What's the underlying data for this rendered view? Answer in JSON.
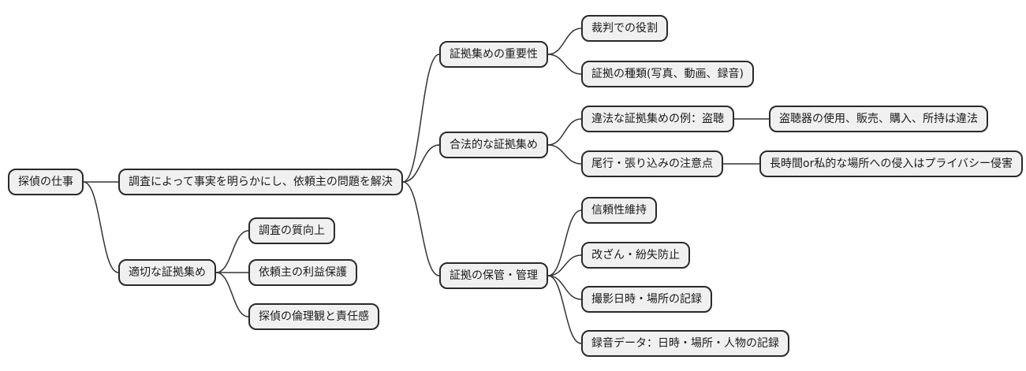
{
  "diagram": {
    "type": "mindmap",
    "background_color": "#ffffff",
    "node_fill_color": "#f0f0f0",
    "node_border_color": "#2a2a2a",
    "line_color": "#333333",
    "nodes": {
      "root": {
        "label": "探偵の仕事"
      },
      "mission": {
        "label": "調査によって事実を明らかにし、依頼主の問題を解決"
      },
      "proper": {
        "label": "適切な証拠集め"
      },
      "quality": {
        "label": "調査の質向上"
      },
      "interest": {
        "label": "依頼主の利益保護"
      },
      "ethics": {
        "label": "探偵の倫理観と責任感"
      },
      "importance": {
        "label": "証拠集めの重要性"
      },
      "court": {
        "label": "裁判での役割"
      },
      "types": {
        "label": "証拠の種類(写真、動画、録音)"
      },
      "legal": {
        "label": "合法的な証拠集め"
      },
      "illegal": {
        "label": "違法な証拠集めの例：盗聴"
      },
      "wiretap": {
        "label": "盗聴器の使用、販売、購入、所持は違法"
      },
      "tailing": {
        "label": "尾行・張り込みの注意点"
      },
      "privacy": {
        "label": "長時間or私的な場所への侵入はプライバシー侵害"
      },
      "storage": {
        "label": "証拠の保管・管理"
      },
      "reliability": {
        "label": "信頼性維持"
      },
      "tamper": {
        "label": "改ざん・紛失防止"
      },
      "photo": {
        "label": "撮影日時・場所の記録"
      },
      "audio": {
        "label": "録音データ：日時・場所・人物の記録"
      }
    },
    "edges": [
      {
        "from": "root",
        "to": "mission"
      },
      {
        "from": "root",
        "to": "proper"
      },
      {
        "from": "mission",
        "to": "importance"
      },
      {
        "from": "mission",
        "to": "legal"
      },
      {
        "from": "mission",
        "to": "storage"
      },
      {
        "from": "proper",
        "to": "quality"
      },
      {
        "from": "proper",
        "to": "interest"
      },
      {
        "from": "proper",
        "to": "ethics"
      },
      {
        "from": "importance",
        "to": "court"
      },
      {
        "from": "importance",
        "to": "types"
      },
      {
        "from": "legal",
        "to": "illegal"
      },
      {
        "from": "legal",
        "to": "tailing"
      },
      {
        "from": "illegal",
        "to": "wiretap"
      },
      {
        "from": "tailing",
        "to": "privacy"
      },
      {
        "from": "storage",
        "to": "reliability"
      },
      {
        "from": "storage",
        "to": "tamper"
      },
      {
        "from": "storage",
        "to": "photo"
      },
      {
        "from": "storage",
        "to": "audio"
      }
    ]
  }
}
